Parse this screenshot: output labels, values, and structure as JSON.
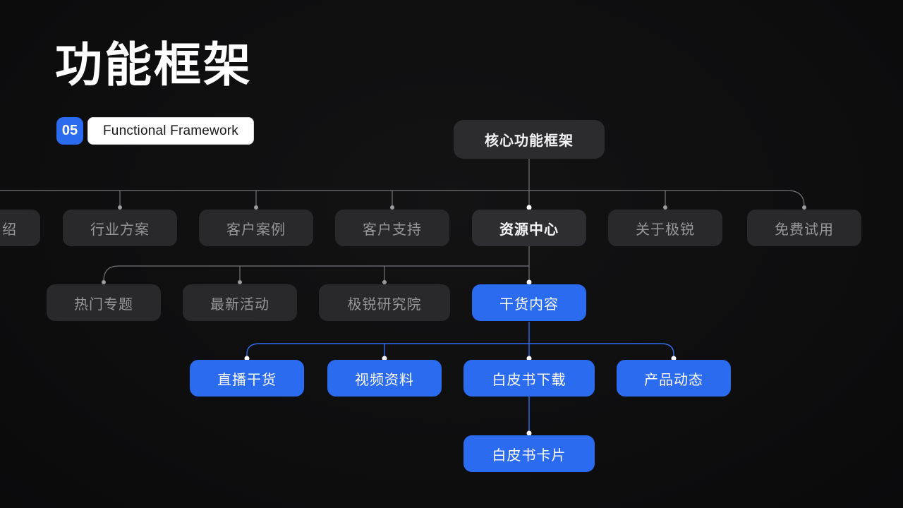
{
  "header": {
    "title": "功能框架",
    "badge_number": "05",
    "badge_label": "Functional Framework"
  },
  "colors": {
    "background": "#0d0d0e",
    "accent_blue": "#2b6bf0",
    "gray_node_bg": "#29292c",
    "gray_node_text": "#96969b",
    "active_text": "#f5f5f7",
    "gray_line": "#737478",
    "blue_line": "#2f6df2"
  },
  "tree": {
    "root": {
      "label": "核心功能框架"
    },
    "level2": [
      {
        "label": "绍"
      },
      {
        "label": "行业方案"
      },
      {
        "label": "客户案例"
      },
      {
        "label": "客户支持"
      },
      {
        "label": "资源中心"
      },
      {
        "label": "关于极锐"
      },
      {
        "label": "免费试用"
      }
    ],
    "level3": [
      {
        "label": "热门专题"
      },
      {
        "label": "最新活动"
      },
      {
        "label": "极锐研究院"
      },
      {
        "label": "干货内容"
      }
    ],
    "level4": [
      {
        "label": "直播干货"
      },
      {
        "label": "视频资料"
      },
      {
        "label": "白皮书下载"
      },
      {
        "label": "产品动态"
      }
    ],
    "level5": [
      {
        "label": "白皮书卡片"
      }
    ]
  }
}
